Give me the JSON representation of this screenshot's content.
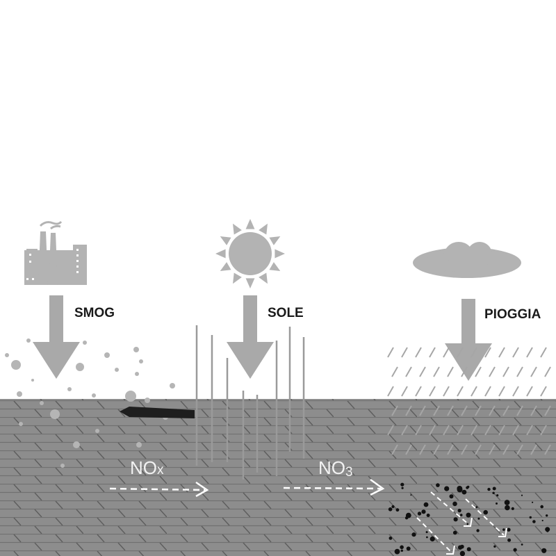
{
  "labels": {
    "smog": "SMOG",
    "sun": "SOLE",
    "rain": "PIOGGIA"
  },
  "chemistry": {
    "nox_base": "NO",
    "nox_sub": "x",
    "no3_base": "NO",
    "no3_sub": "3"
  },
  "colors": {
    "icon_gray": "#b3b3b3",
    "ground": "#8d8d8d",
    "tile_line": "#6f6f6f",
    "arrow_dashed": "#ffffff"
  }
}
